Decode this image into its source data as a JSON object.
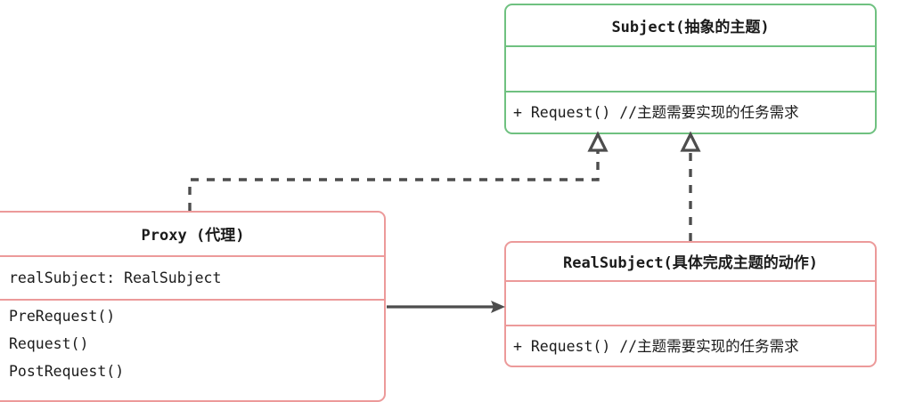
{
  "diagram": {
    "type": "uml-class-diagram",
    "title": "Proxy Pattern Class Diagram",
    "background_color": "#ffffff",
    "colors": {
      "abstract_border": "#6fc180",
      "concrete_border": "#ec9a9a",
      "connector": "#4d4d4d",
      "text": "#1b1b1b"
    }
  },
  "classes": {
    "subject": {
      "name": "Subject(抽象的主题)",
      "stereotype": "abstract",
      "border_color": "#6fc180",
      "attributes": [],
      "operations": [
        "+ Request() //主题需要实现的任务需求"
      ]
    },
    "real_subject": {
      "name": "RealSubject(具体完成主题的动作)",
      "stereotype": "concrete",
      "border_color": "#ec9a9a",
      "attributes": [],
      "operations": [
        "+ Request() //主题需要实现的任务需求"
      ]
    },
    "proxy": {
      "name": "Proxy (代理)",
      "stereotype": "concrete",
      "border_color": "#ec9a9a",
      "attributes": [
        "realSubject: RealSubject"
      ],
      "operations": [
        "PreRequest()",
        "Request()",
        "PostRequest()"
      ]
    }
  },
  "relationships": [
    {
      "id": "proxy-implements-subject",
      "from": "proxy",
      "to": "subject",
      "kind": "realization",
      "line_style": "dashed",
      "arrow_head": "hollow-triangle",
      "label": ""
    },
    {
      "id": "realsubject-implements-subject",
      "from": "real_subject",
      "to": "subject",
      "kind": "realization",
      "line_style": "dashed",
      "arrow_head": "hollow-triangle",
      "label": ""
    },
    {
      "id": "proxy-associates-realsubject",
      "from": "proxy",
      "to": "real_subject",
      "kind": "association",
      "line_style": "solid",
      "arrow_head": "open-arrow",
      "label": ""
    }
  ]
}
